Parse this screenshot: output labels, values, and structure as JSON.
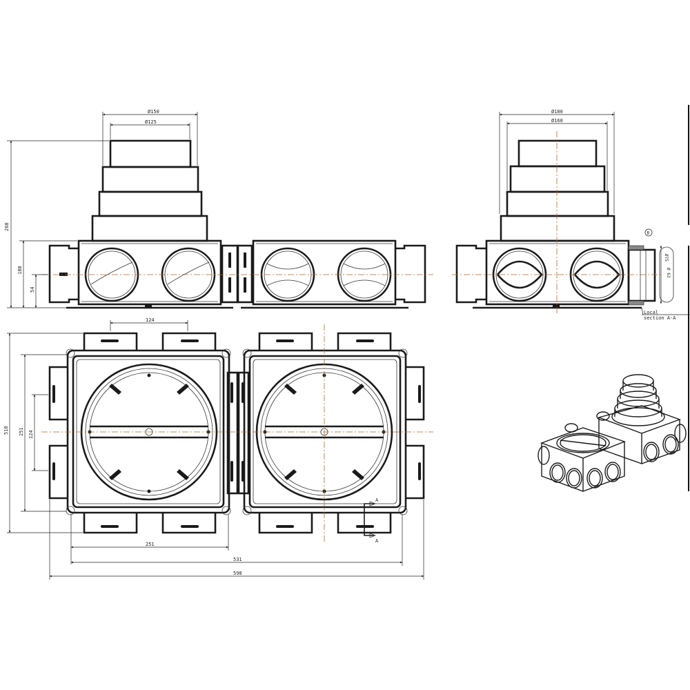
{
  "dimensions": {
    "d150": "Ø150",
    "d125": "Ø125",
    "d180": "Ø180",
    "d160": "Ø160",
    "h268": "268",
    "h188": "188",
    "h54": "54",
    "w124_top": "124",
    "h518": "518",
    "h251": "251",
    "h124_side": "124",
    "w251": "251",
    "w531": "531",
    "w598": "598"
  },
  "section": {
    "marker_top": "A",
    "marker_bottom": "A",
    "local_label_line1": "Local",
    "local_label_line2": "section A-A",
    "detail_circle": "B",
    "detail_dim_outer": "Ø75",
    "detail_dim_inner": "Ø 63"
  }
}
